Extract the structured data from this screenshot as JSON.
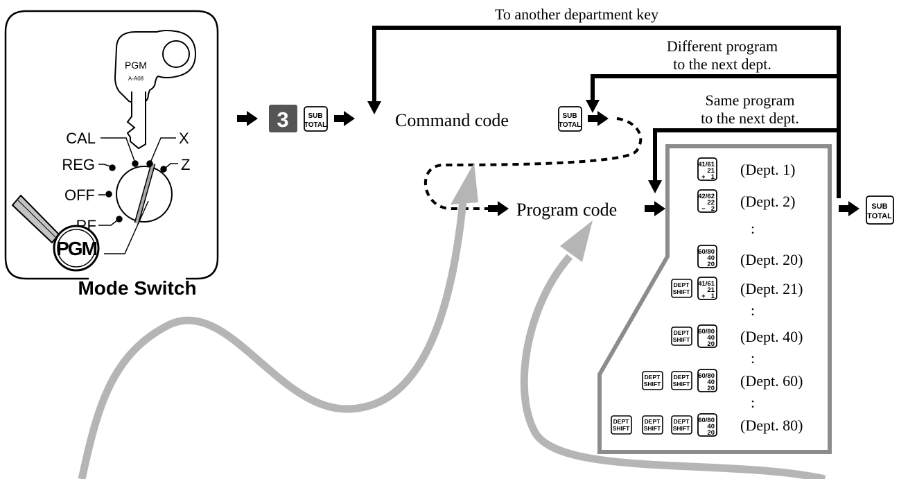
{
  "mode_switch": {
    "key_label": "PGM",
    "key_code": "A-A08",
    "positions": {
      "cal": "CAL",
      "x": "X",
      "reg": "REG",
      "z": "Z",
      "off": "OFF",
      "rf": "RF"
    },
    "selected_label": "PGM",
    "caption": "Mode Switch"
  },
  "sequence": {
    "start_key": "3",
    "subtotal_line1": "SUB",
    "subtotal_line2": "TOTAL",
    "command_code": "Command code",
    "program_code": "Program code"
  },
  "loops": {
    "another_key": "To another department key",
    "different_line1": "Different program",
    "different_line2": "to the next dept.",
    "same_line1": "Same program",
    "same_line2": "to the next dept."
  },
  "keys": {
    "k1": {
      "top": "41/61",
      "mid": "21",
      "sign": "+",
      "bot": "1"
    },
    "k2": {
      "top": "42/62",
      "mid": "22",
      "sign": "−",
      "bot": "2"
    },
    "k20": {
      "top": "60/80",
      "mid": "40",
      "bot": "20"
    },
    "dept_shift_line1": "DEPT",
    "dept_shift_line2": "SHIFT"
  },
  "departments": {
    "d1": "(Dept. 1)",
    "d2": "(Dept. 2)",
    "d20": "(Dept. 20)",
    "d21": "(Dept. 21)",
    "d40": "(Dept. 40)",
    "d60": "(Dept. 60)",
    "d80": "(Dept. 80)",
    "ellipsis": ":"
  },
  "colors": {
    "line": "#000000",
    "panel_border": "#8c8c8c",
    "curve": "#b5b5b5",
    "start_key_bg": "#555555"
  }
}
